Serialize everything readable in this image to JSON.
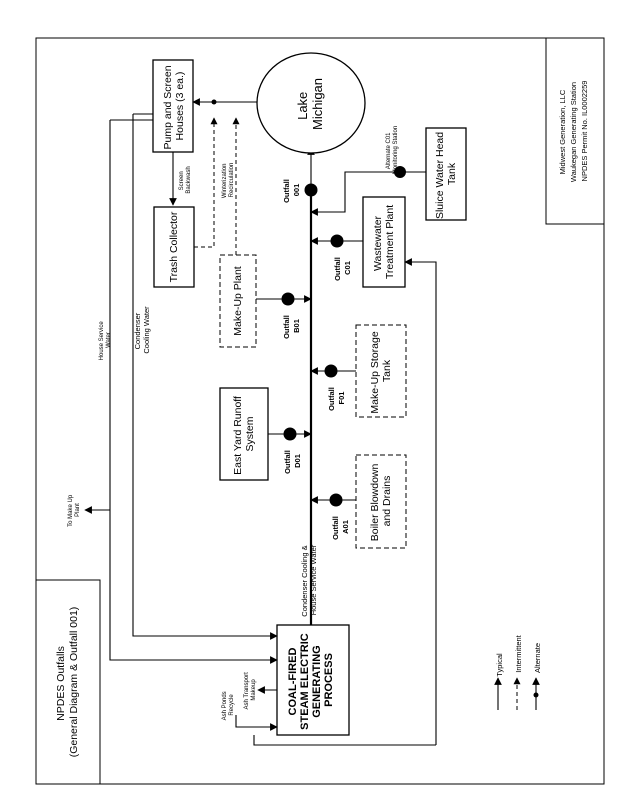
{
  "title_box": {
    "line1": "NPDES Outfalls",
    "line2": "(General Diagram & Outfall 001)"
  },
  "company_box": {
    "line1": "Midwest Generation, LLC",
    "line2": "Waukegan Generating Station",
    "line3": "NPDES Permit No. IL0002259"
  },
  "legend": {
    "typical": "Typical",
    "intermittent": "Intermittent",
    "alternate": "Alternate"
  },
  "nodes": {
    "lake": {
      "line1": "Lake",
      "line2": "Michigan"
    },
    "pump": {
      "line1": "Pump and Screen",
      "line2": "Houses (3 ea.)"
    },
    "trash": {
      "line1": "Trash Collector"
    },
    "makeup_plant": {
      "line1": "Make-Up Plant"
    },
    "east_yard": {
      "line1": "East Yard Runoff",
      "line2": "System"
    },
    "wastewater": {
      "line1": "Wastewater",
      "line2": "Treatment Plant"
    },
    "storage": {
      "line1": "Make-Up Storage",
      "line2": "Tank"
    },
    "boiler": {
      "line1": "Boiler Blowdown",
      "line2": "and Drains"
    },
    "sluice": {
      "line1": "Sluice Water Head",
      "line2": "Tank"
    },
    "coal": {
      "line1": "COAL-FIRED",
      "line2": "STEAM ELECTRIC",
      "line3": "GENERATING",
      "line4": "PROCESS"
    }
  },
  "outfalls": {
    "o001": {
      "line1": "Outfall",
      "line2": "001"
    },
    "oA01": {
      "line1": "Outfall",
      "line2": "A01"
    },
    "oB01": {
      "line1": "Outfall",
      "line2": "B01"
    },
    "oC01": {
      "line1": "Outfall",
      "line2": "C01"
    },
    "oD01": {
      "line1": "Outfall",
      "line2": "D01"
    },
    "oF01": {
      "line1": "Outfall",
      "line2": "F01"
    }
  },
  "labels": {
    "screen_backwash": {
      "line1": "Screen",
      "line2": "Backwash"
    },
    "winterization": {
      "line1": "Winterization",
      "line2": "Recirculation"
    },
    "alternate_monitoring": {
      "line1": "Alternate C01",
      "line2": "Monitoring Station"
    },
    "house_service": {
      "line1": "House Service",
      "line2": "Water"
    },
    "condenser_cooling": {
      "line1": "Condenser",
      "line2": "Cooling Water"
    },
    "condenser_house": {
      "line1": "Condenser Cooling &",
      "line2": "House Service Water"
    },
    "to_makeup": {
      "line1": "To Make Up",
      "line2": "Plant"
    },
    "ash_ponds": {
      "line1": "Ash Ponds",
      "line2": "Recycle"
    },
    "ash_transport": {
      "line1": "Ash Transport",
      "line2": "Makeup"
    }
  }
}
